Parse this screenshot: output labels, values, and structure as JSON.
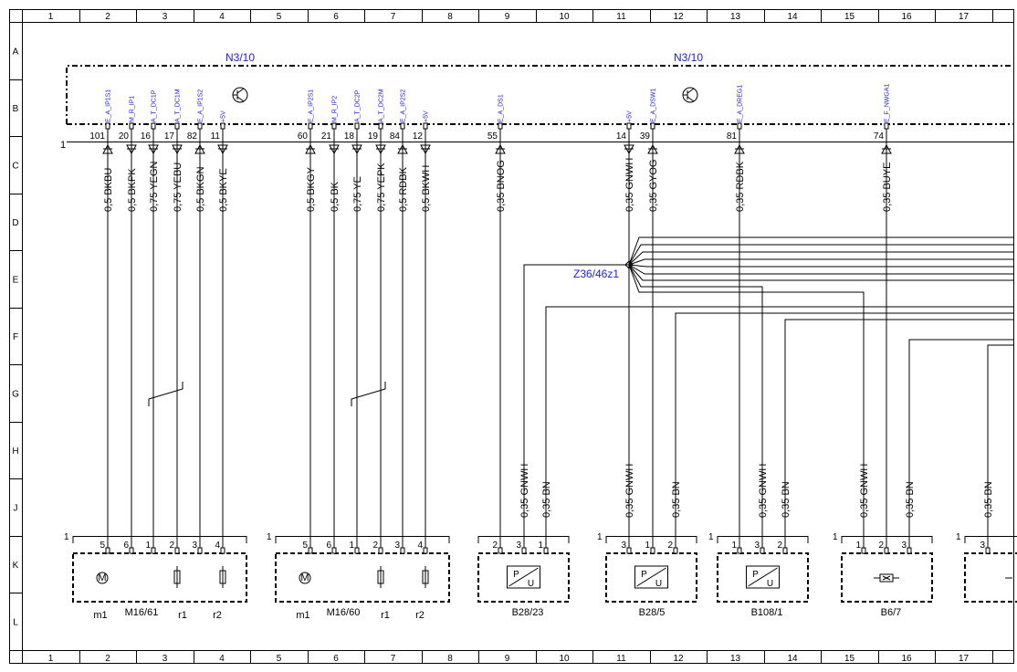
{
  "frame": {
    "columns": [
      "1",
      "2",
      "3",
      "4",
      "5",
      "6",
      "7",
      "8",
      "9",
      "10",
      "11",
      "12",
      "13",
      "14",
      "15",
      "16",
      "17"
    ],
    "rows": [
      "A",
      "B",
      "C",
      "D",
      "E",
      "F",
      "G",
      "H",
      "J",
      "K",
      "L"
    ]
  },
  "module": {
    "ref_left": "N3/10",
    "ref_right": "N3/10",
    "corner_number": "1"
  },
  "pins": [
    {
      "signal": "E_A_IP1S1",
      "pin": "101",
      "wire": "0,5 BKBU"
    },
    {
      "signal": "M_R_IP1",
      "pin": "20",
      "wire": "0,5 BKPK"
    },
    {
      "signal": "A_T_DC1P",
      "pin": "16",
      "wire": "0,75 YEGN"
    },
    {
      "signal": "A_T_DC1M",
      "pin": "17",
      "wire": "0,75 YEBU"
    },
    {
      "signal": "E_A_IP1S2",
      "pin": "82",
      "wire": "0,5 BKGN"
    },
    {
      "signal": "+5V",
      "pin": "11",
      "wire": "0,5 BKYE"
    },
    {
      "signal": "E_A_IP2S1",
      "pin": "60",
      "wire": "0,5 BKGY"
    },
    {
      "signal": "M_R_IP2",
      "pin": "21",
      "wire": "0,5 BK"
    },
    {
      "signal": "A_T_DC2P",
      "pin": "18",
      "wire": "0,75 YE"
    },
    {
      "signal": "A_T_DC2M",
      "pin": "19",
      "wire": "0,75 YEPK"
    },
    {
      "signal": "E_A_IP2S2",
      "pin": "84",
      "wire": "0,5 RDBK"
    },
    {
      "signal": "+5V",
      "pin": "12",
      "wire": "0,5 BKWH"
    },
    {
      "signal": "E_A_DS1",
      "pin": "55",
      "wire": "0,35 BNOG"
    },
    {
      "signal": "+5V",
      "pin": "14",
      "wire": "0,35 GNWH"
    },
    {
      "signal": "E_A_DSW1",
      "pin": "39",
      "wire": "0,35 GYOG"
    },
    {
      "signal": "E_A_DREG1",
      "pin": "81",
      "wire": "0,35 RDBK"
    },
    {
      "signal": "E_F_NWGA1",
      "pin": "74",
      "wire": "0,35 BUYE"
    }
  ],
  "splice": {
    "label": "Z36/46z1"
  },
  "lower_wires": [
    "0,35 GNWH",
    "0,35 BN",
    "0,35 GNWH",
    "0,35 BN",
    "0,35 GNWH",
    "0,35 BN",
    "0,35 GNWH",
    "0,35 BN",
    "0,35 BN"
  ],
  "components": [
    {
      "ref": "M16/61",
      "sub": [
        "m1",
        "r1",
        "r2"
      ],
      "pins": [
        "5",
        "6",
        "1",
        "2",
        "3",
        "4"
      ],
      "corner": "1"
    },
    {
      "ref": "M16/60",
      "sub": [
        "m1",
        "r1",
        "r2"
      ],
      "pins": [
        "5",
        "6",
        "1",
        "2",
        "3",
        "4"
      ],
      "corner": "1"
    },
    {
      "ref": "B28/23",
      "pins": [
        "2",
        "3",
        "1"
      ],
      "sensor": [
        "P",
        "U"
      ]
    },
    {
      "ref": "B28/5",
      "pins": [
        "3",
        "1",
        "2"
      ],
      "sensor": [
        "P",
        "U"
      ],
      "corner": "1"
    },
    {
      "ref": "B108/1",
      "pins": [
        "1",
        "3",
        "2"
      ],
      "sensor": [
        "P",
        "U"
      ],
      "corner": "1"
    },
    {
      "ref": "B6/7",
      "pins": [
        "1",
        "2",
        "3"
      ],
      "corner": "1"
    },
    {
      "pins": [
        "3"
      ],
      "corner": "1"
    }
  ]
}
